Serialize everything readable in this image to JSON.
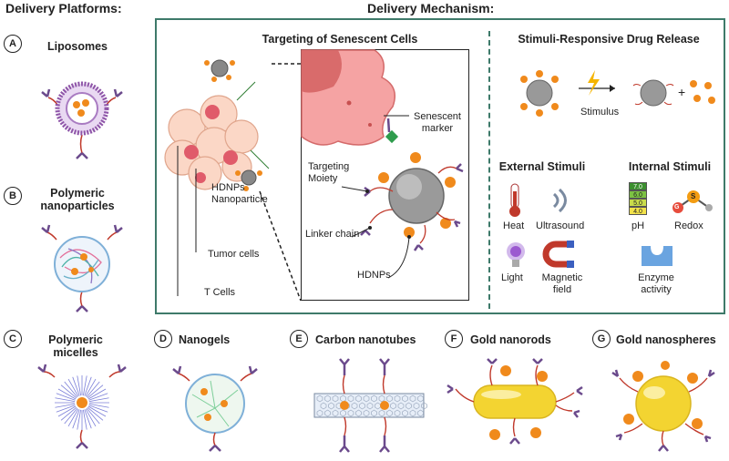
{
  "headers": {
    "platforms": "Delivery Platforms:",
    "mechanism": "Delivery Mechanism:"
  },
  "platforms": [
    {
      "badge": "A",
      "name": "Liposomes"
    },
    {
      "badge": "B",
      "name": "Polymeric nanoparticles"
    },
    {
      "badge": "C",
      "name": "Polymeric micelles"
    },
    {
      "badge": "D",
      "name": "Nanogels"
    },
    {
      "badge": "E",
      "name": "Carbon nanotubes"
    },
    {
      "badge": "F",
      "name": "Gold nanorods"
    },
    {
      "badge": "G",
      "name": "Gold nanospheres"
    }
  ],
  "targeting": {
    "title": "Targeting of Senescent Cells",
    "labels": {
      "hdnps_nano": "HDNPs Nanoparticle",
      "tumor": "Tumor cells",
      "tcells": "T Cells",
      "senescent": "Senescent marker",
      "moiety": "Targeting Moiety",
      "linker": "Linker chain",
      "hdnps": "HDNPs"
    }
  },
  "stimuli": {
    "title": "Stimuli-Responsive Drug Release",
    "stimulus": "Stimulus",
    "plus": "+",
    "external": {
      "title": "External Stimuli",
      "items": [
        "Heat",
        "Ultrasound",
        "Light",
        "Magnetic field"
      ]
    },
    "internal": {
      "title": "Internal Stimuli",
      "items": [
        "pH",
        "Redox",
        "Enzyme activity"
      ]
    },
    "ph_values": [
      "7.0",
      "6.0",
      "5.0",
      "4.0"
    ],
    "ph_colors": [
      "#3b8f2e",
      "#7cc242",
      "#c9dc4b",
      "#f2e24a"
    ],
    "redox_labels": {
      "g": "G",
      "s": "S"
    }
  },
  "colors": {
    "frame": "#3e7a6a",
    "drug": "#f08a1c",
    "antibody": "#6b4a8c",
    "linker": "#c0392b",
    "gold": "#f3d431"
  }
}
